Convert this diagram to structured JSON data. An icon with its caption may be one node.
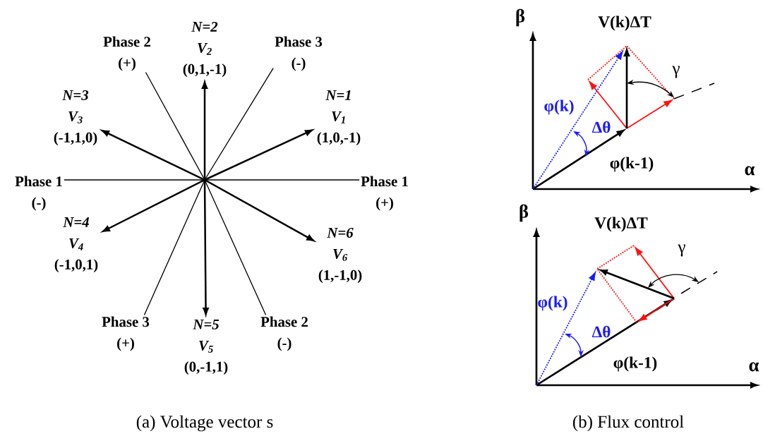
{
  "diagram": {
    "nodes": [
      {
        "text": [
          "N=2",
          "V$_{2}$",
          "(0,1,-1)"
        ]
      },
      {
        "text": [
          "Phase 2",
          "(+)"
        ]
      },
      {
        "text": [
          "Phase 3",
          "(-)"
        ]
      },
      {
        "text": [
          "N=3",
          "V$_{3}$",
          "(-1,1,0)"
        ]
      },
      {
        "text": [
          "N=1",
          "V$_{1}$",
          "(1,0,-1)"
        ]
      },
      {
        "text": [
          "Phase 1",
          "(-)"
        ]
      },
      {
        "text": [
          "Phase 1",
          "(+)"
        ]
      },
      {
        "text": [
          "N=4",
          "V$_{4}$",
          "(-1,0,1)"
        ]
      },
      {
        "text": [
          "N=6",
          "V$_{6}$",
          "(1,-1,0)"
        ]
      },
      {
        "text": [
          "Phase 3",
          "(+)"
        ]
      },
      {
        "text": [
          "N=5",
          "V$_{5}$",
          "(0,-1,1)"
        ]
      },
      {
        "text": [
          "Phase 2",
          "(-)"
        ]
      }
    ],
    "edges": [
      {
        "from": null,
        "to": 4,
        "arrow": "to"
      },
      {
        "from": null,
        "to": 0,
        "arrow": "to"
      },
      {
        "from": null,
        "to": 3,
        "arrow": "to"
      },
      {
        "from": null,
        "to": 7,
        "arrow": "to"
      },
      {
        "from": null,
        "to": 10,
        "arrow": "to"
      },
      {
        "from": null,
        "to": 8,
        "arrow": "to"
      },
      {
        "from": 5,
        "to": 6,
        "arrow": "none"
      },
      {
        "from": 1,
        "to": 11,
        "arrow": "none"
      },
      {
        "from": 2,
        "to": 9,
        "arrow": "none"
      }
    ],
    "labels": [
      "β",
      "V(k)ΔT",
      "γ",
      "φ(k)",
      "Δθ",
      "φ(k-1)",
      "α",
      "β",
      "V(k)ΔT",
      "γ",
      "φ(k)",
      "Δθ",
      "φ(k-1)",
      "α",
      "(a) Voltage vector s",
      "(b) Flux control"
    ]
  }
}
